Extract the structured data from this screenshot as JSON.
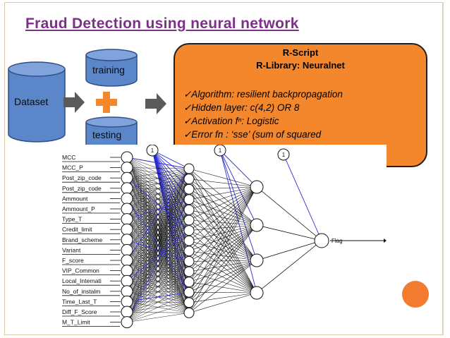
{
  "slide": {
    "title": "Fraud Detection using neural network"
  },
  "workflow": {
    "dataset_label": "Dataset",
    "training_label": "training",
    "testing_label": "testing"
  },
  "callout": {
    "heading1": "R-Script",
    "heading2": "R-Library: Neuralnet",
    "items": [
      "✓Algorithm: resilient backpropagation",
      "✓Hidden layer: c(4,2) OR 8",
      "✓Activation fⁿ: Logistic",
      "✓Error fn : ‘sse’ (sum of squared"
    ]
  },
  "network": {
    "inputs": [
      "MCC",
      "MCC_P",
      "Post_zip_code",
      "Post_zip_code",
      "Ammount",
      "Ammount_P",
      "Type_T",
      "Credit_limit",
      "Brand_scheme",
      "Variant",
      "F_score",
      "VIP_Common",
      "Local_Internati",
      "No_of_instalm",
      "Time_Last_T",
      "Diff_F_Score",
      "M_T_Limit"
    ],
    "bias_label": "1",
    "output_label": "Flag"
  },
  "colors": {
    "title": "#7e2f8a",
    "cylinder": "#5b86c9",
    "callout": "#f4862c",
    "arrow": "#5a5a5a",
    "plus": "#f4862c",
    "bias_lines": "#2b2bd8"
  }
}
